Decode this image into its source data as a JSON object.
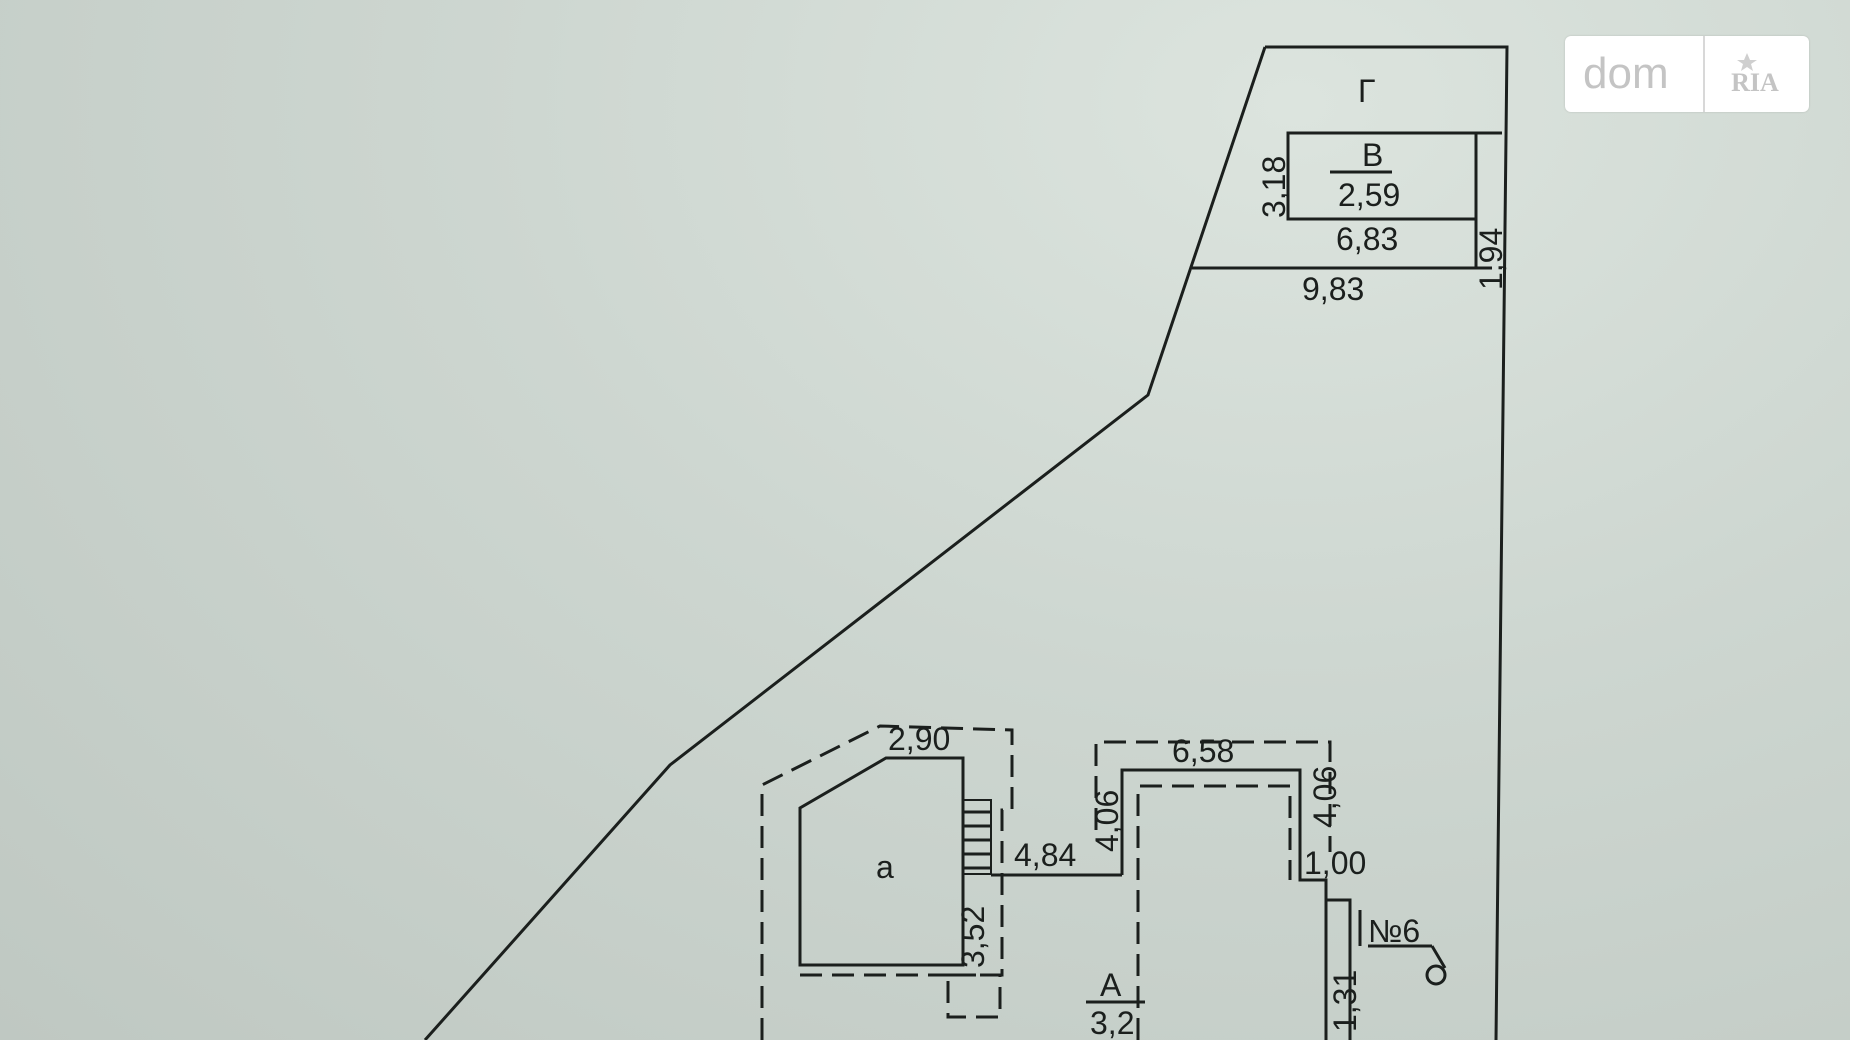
{
  "watermark": {
    "text": "dom",
    "logo": "RIA"
  },
  "buildings": {
    "G": {
      "label": "Г"
    },
    "V": {
      "label": "В",
      "height": "2,59",
      "dim_side": "3,18",
      "dim_bottom": "6,83"
    },
    "plot_dims": {
      "width_top": "9,83",
      "side": "1,94"
    },
    "a": {
      "label": "а",
      "dim_top": "2,90",
      "dim_side": "3,52"
    },
    "A": {
      "label": "А",
      "height": "3,2",
      "dim_top": "6,58",
      "dim_left": "4,06",
      "dim_right": "4,06",
      "dim_passage": "4,84",
      "dim_step": "1,00",
      "dim_porch": "1,31"
    },
    "number": {
      "label": "№6"
    }
  },
  "colors": {
    "line": "#1b1f1d",
    "background": "#cdd6d0"
  }
}
